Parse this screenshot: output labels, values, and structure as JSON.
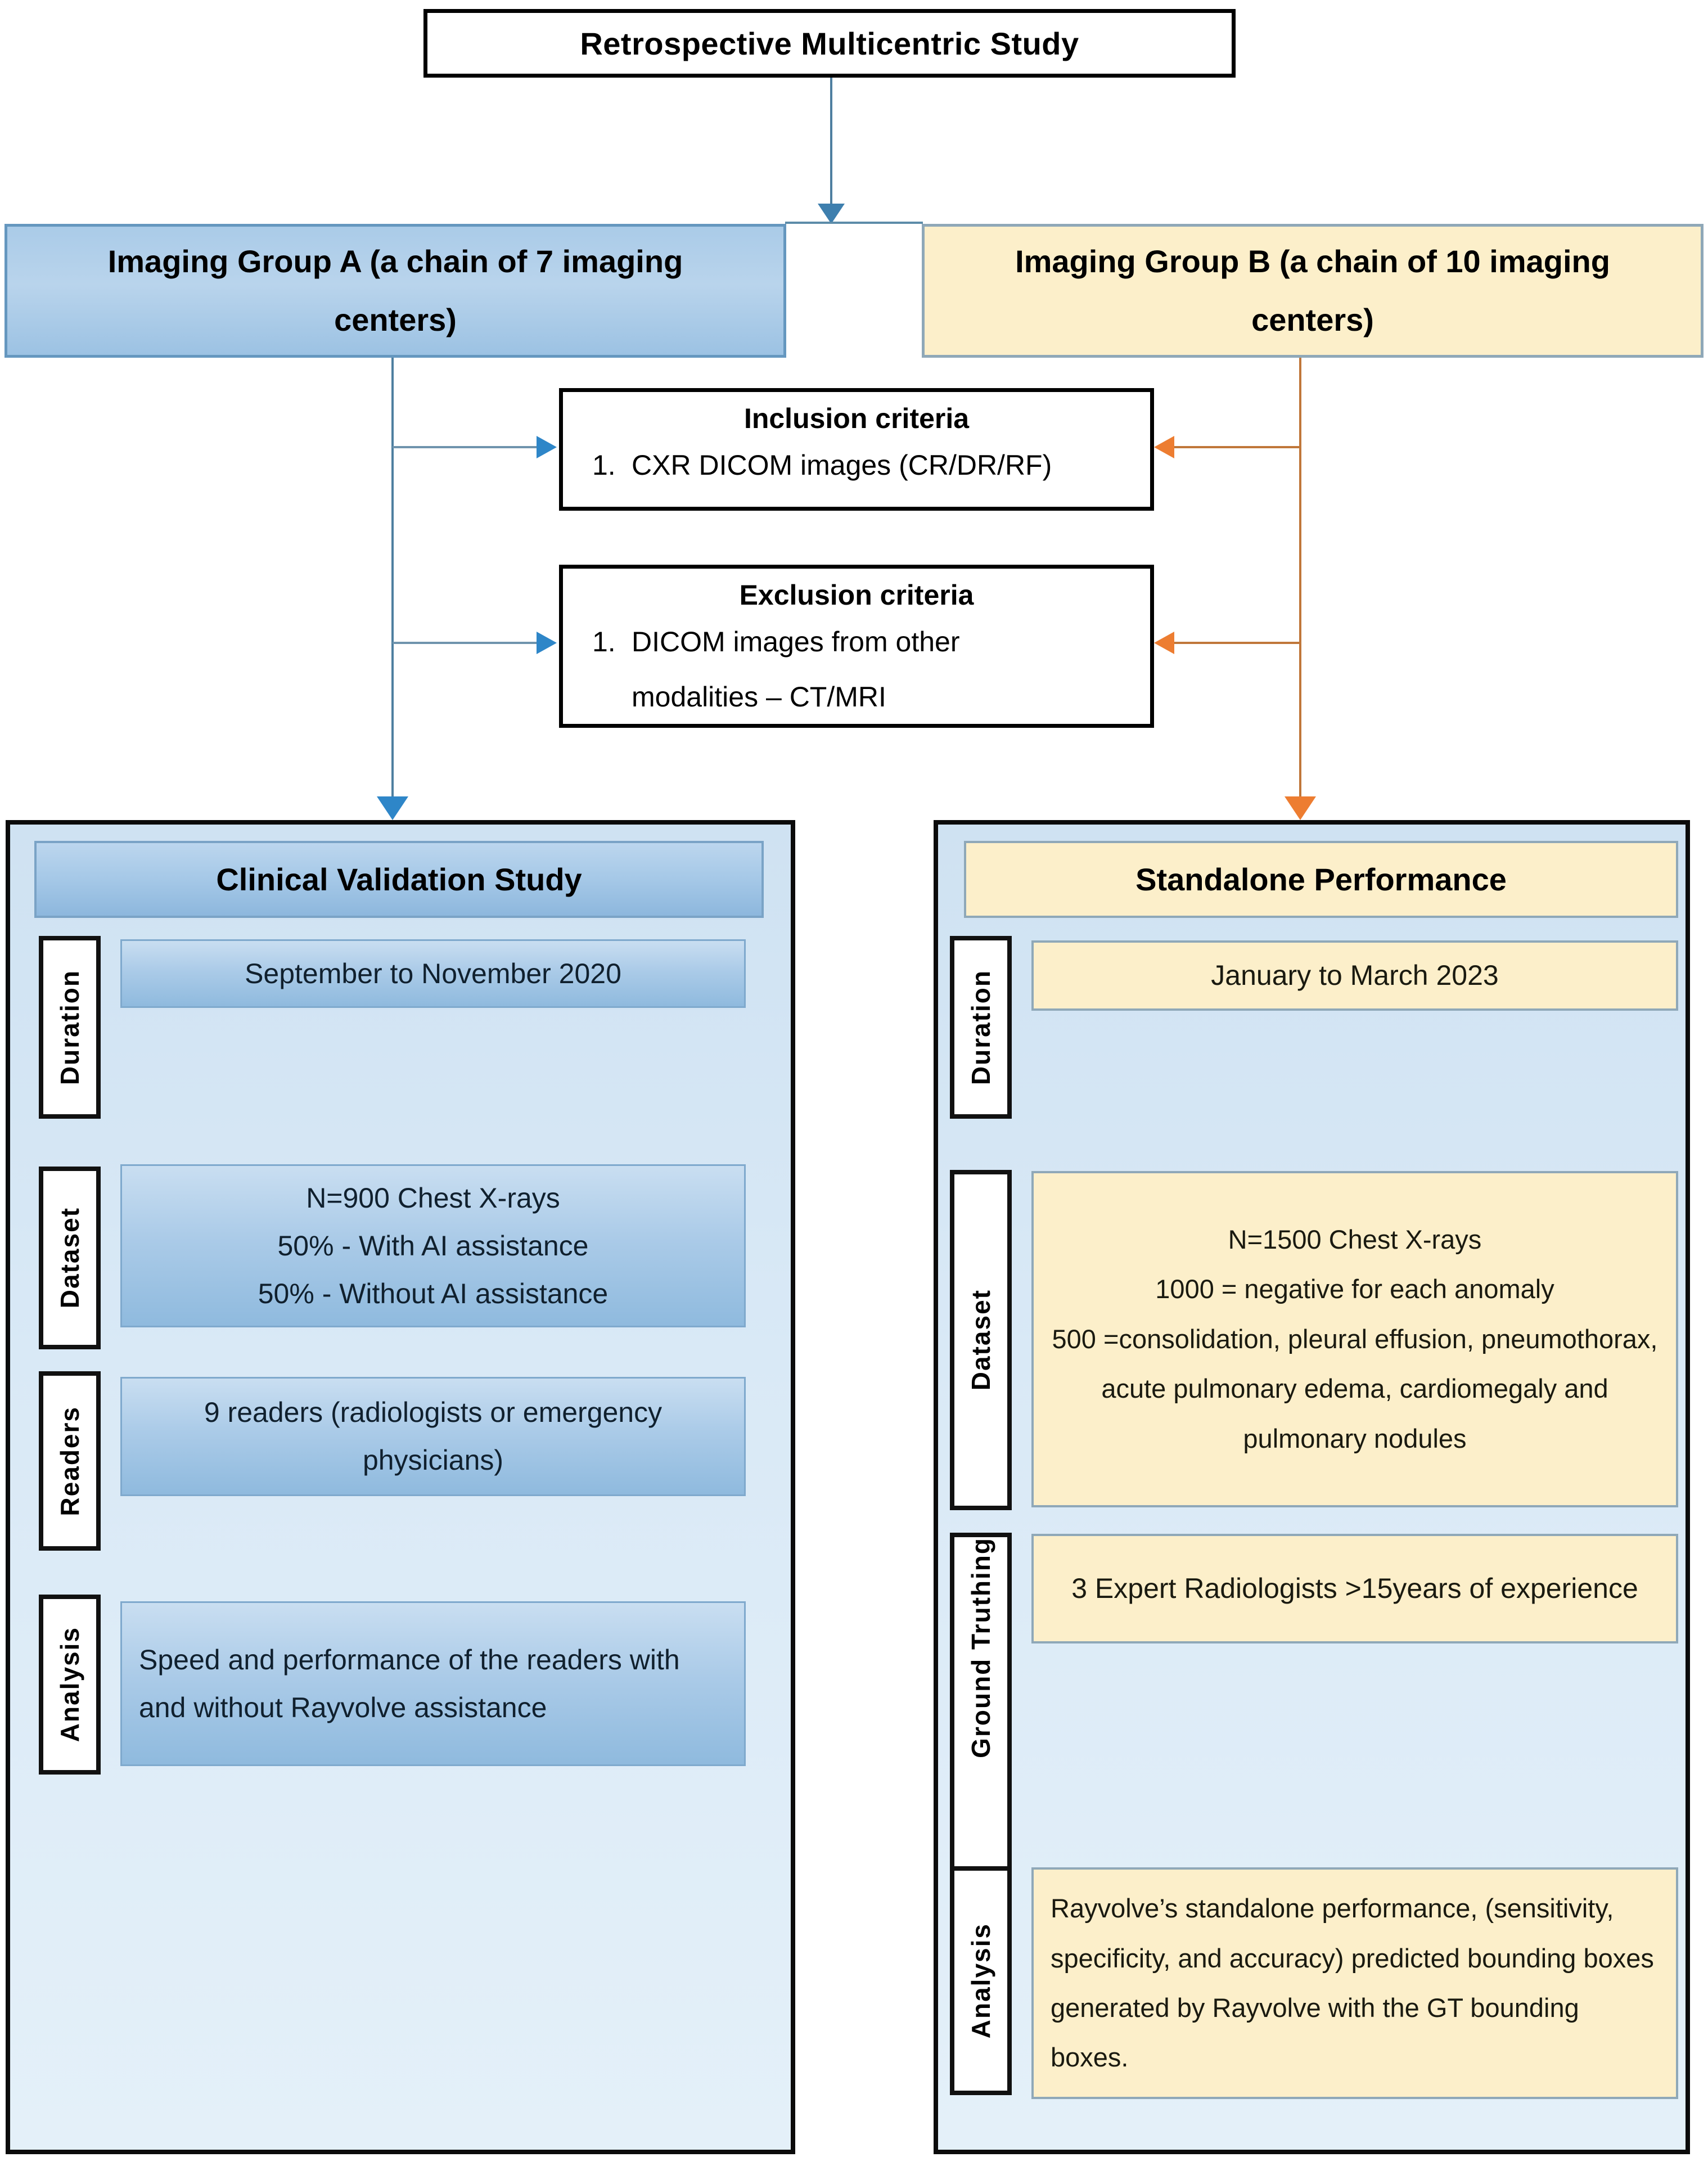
{
  "title": "Retrospective Multicentric Study",
  "groups": {
    "a": {
      "label": "Imaging Group A (a chain of 7 imaging centers)"
    },
    "b": {
      "label": "Imaging Group B (a chain of 10 imaging centers)"
    }
  },
  "criteria": {
    "inclusion": {
      "heading": "Inclusion criteria",
      "item_number": "1.",
      "item_text": "CXR DICOM images (CR/DR/RF)"
    },
    "exclusion": {
      "heading": "Exclusion criteria",
      "item_number": "1.",
      "item_text": "DICOM images from other modalities – CT/MRI"
    }
  },
  "left_panel": {
    "header": "Clinical Validation Study",
    "rows": [
      {
        "label": "Duration",
        "value": "September to November 2020"
      },
      {
        "label": "Dataset",
        "value": "N=900 Chest X-rays\n50% - With AI assistance\n50% - Without AI assistance"
      },
      {
        "label": "Readers",
        "value": "9 readers (radiologists or emergency physicians)"
      },
      {
        "label": "Analysis",
        "value": "Speed and performance of the readers with and without Rayvolve assistance"
      }
    ]
  },
  "right_panel": {
    "header": "Standalone Performance",
    "rows": [
      {
        "label": "Duration",
        "value": "January to March 2023"
      },
      {
        "label": "Dataset",
        "value": "N=1500 Chest X-rays\n1000 = negative for each anomaly\n500 =consolidation, pleural effusion, pneumothorax, acute pulmonary edema, cardiomegaly and pulmonary nodules"
      },
      {
        "label": "Ground Truthing",
        "value": "3 Expert Radiologists >15years of experience"
      },
      {
        "label": "Analysis",
        "value": "Rayvolve’s standalone performance, (sensitivity, specificity, and accuracy) predicted bounding boxes generated by Rayvolve with the GT bounding boxes."
      }
    ]
  },
  "colors": {
    "blue_arrow": "#2E86C8",
    "orange_arrow": "#ED7D31",
    "steel_line": "#4E7FA0",
    "group_a_fill": "#A9CAE7",
    "group_b_fill": "#FCEFCA",
    "panel_bg": "#D9E8F5"
  }
}
